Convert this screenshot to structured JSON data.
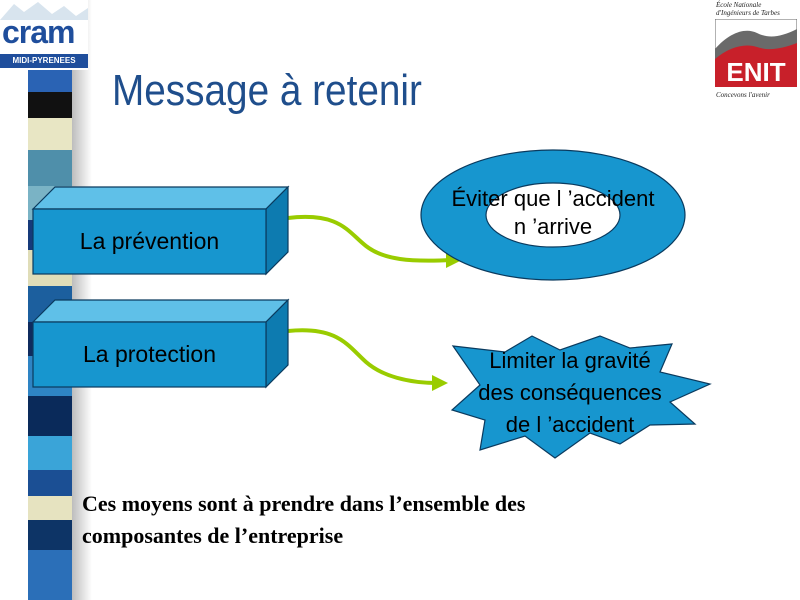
{
  "header": {
    "title": "Message à retenir"
  },
  "logos": {
    "cram": {
      "text": "cram",
      "subtitle": "MIDI-PYRENEES"
    },
    "enit": {
      "school_line1": "École Nationale",
      "school_line2": "d'Ingénieurs de Tarbes",
      "name": "ENIT",
      "slogan": "Concevons l'avenir"
    }
  },
  "diagram": {
    "prevention": {
      "label": "La prévention",
      "outcome": [
        "Éviter que l ’accident",
        "n ’arrive"
      ]
    },
    "protection": {
      "label": "La protection",
      "outcome": [
        "Limiter la gravité",
        "des conséquences",
        "de l ’accident"
      ]
    }
  },
  "footer": {
    "note_line1": "Ces moyens sont à prendre dans l’ensemble des",
    "note_line2": "composantes de l’entreprise"
  },
  "colors": {
    "box_front": "#1796cf",
    "box_top": "#5fc0e8",
    "box_side": "#0d7bb0",
    "connector": "#99cc00",
    "title": "#1f4e8c"
  }
}
